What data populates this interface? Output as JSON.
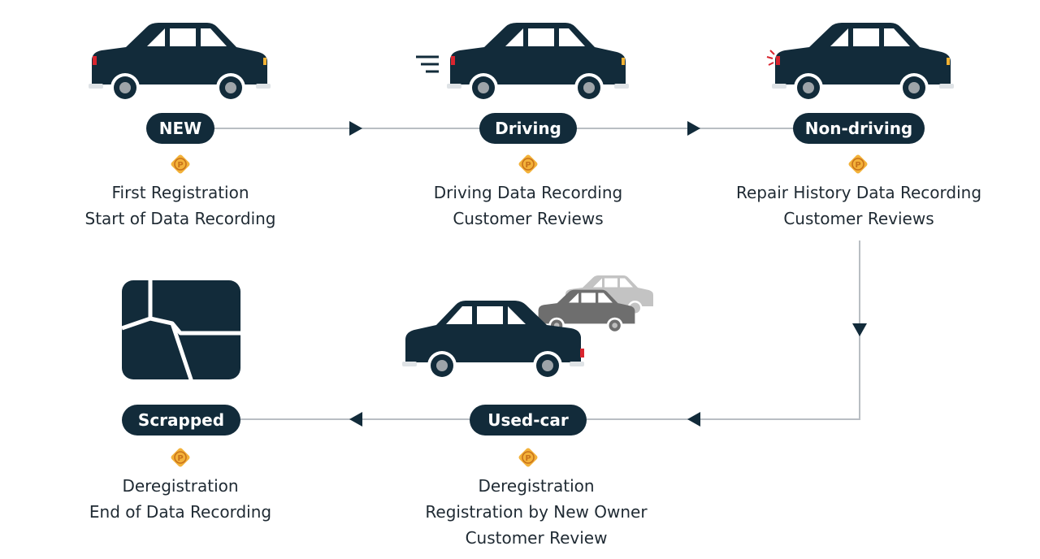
{
  "colors": {
    "dark": "#122b3a",
    "line": "#b9bec3",
    "badge_fill": "#f3b23a",
    "badge_letter": "#c9731a",
    "gray_car": "#6e6e6e",
    "light_gray_car": "#bdbdbd",
    "tail_light": "#d9252f",
    "head_light": "#f2b233",
    "text": "#1f2a33"
  },
  "stages": {
    "new": {
      "label": "NEW",
      "icon": "car-icon",
      "badge": "parking-badge-icon",
      "lines": [
        "First Registration",
        "Start of Data Recording"
      ]
    },
    "driving": {
      "label": "Driving",
      "icon": "moving-car-icon",
      "badge": "parking-badge-icon",
      "lines": [
        "Driving Data Recording",
        "Customer Reviews"
      ]
    },
    "non_driving": {
      "label": "Non-driving",
      "icon": "broken-down-car-icon",
      "badge": "parking-badge-icon",
      "lines": [
        "Repair History Data Recording",
        "Customer Reviews"
      ]
    },
    "used_car": {
      "label": "Used-car",
      "icon": "car-lineup-icon",
      "badge": "parking-badge-icon",
      "lines": [
        "Deregistration",
        "Registration by New Owner",
        "Customer Review"
      ]
    },
    "scrapped": {
      "label": "Scrapped",
      "icon": "crushed-car-icon",
      "badge": "parking-badge-icon",
      "lines": [
        "Deregistration",
        "End of Data Recording"
      ]
    }
  },
  "flow": [
    "new",
    "driving",
    "non_driving",
    "used_car",
    "scrapped"
  ]
}
